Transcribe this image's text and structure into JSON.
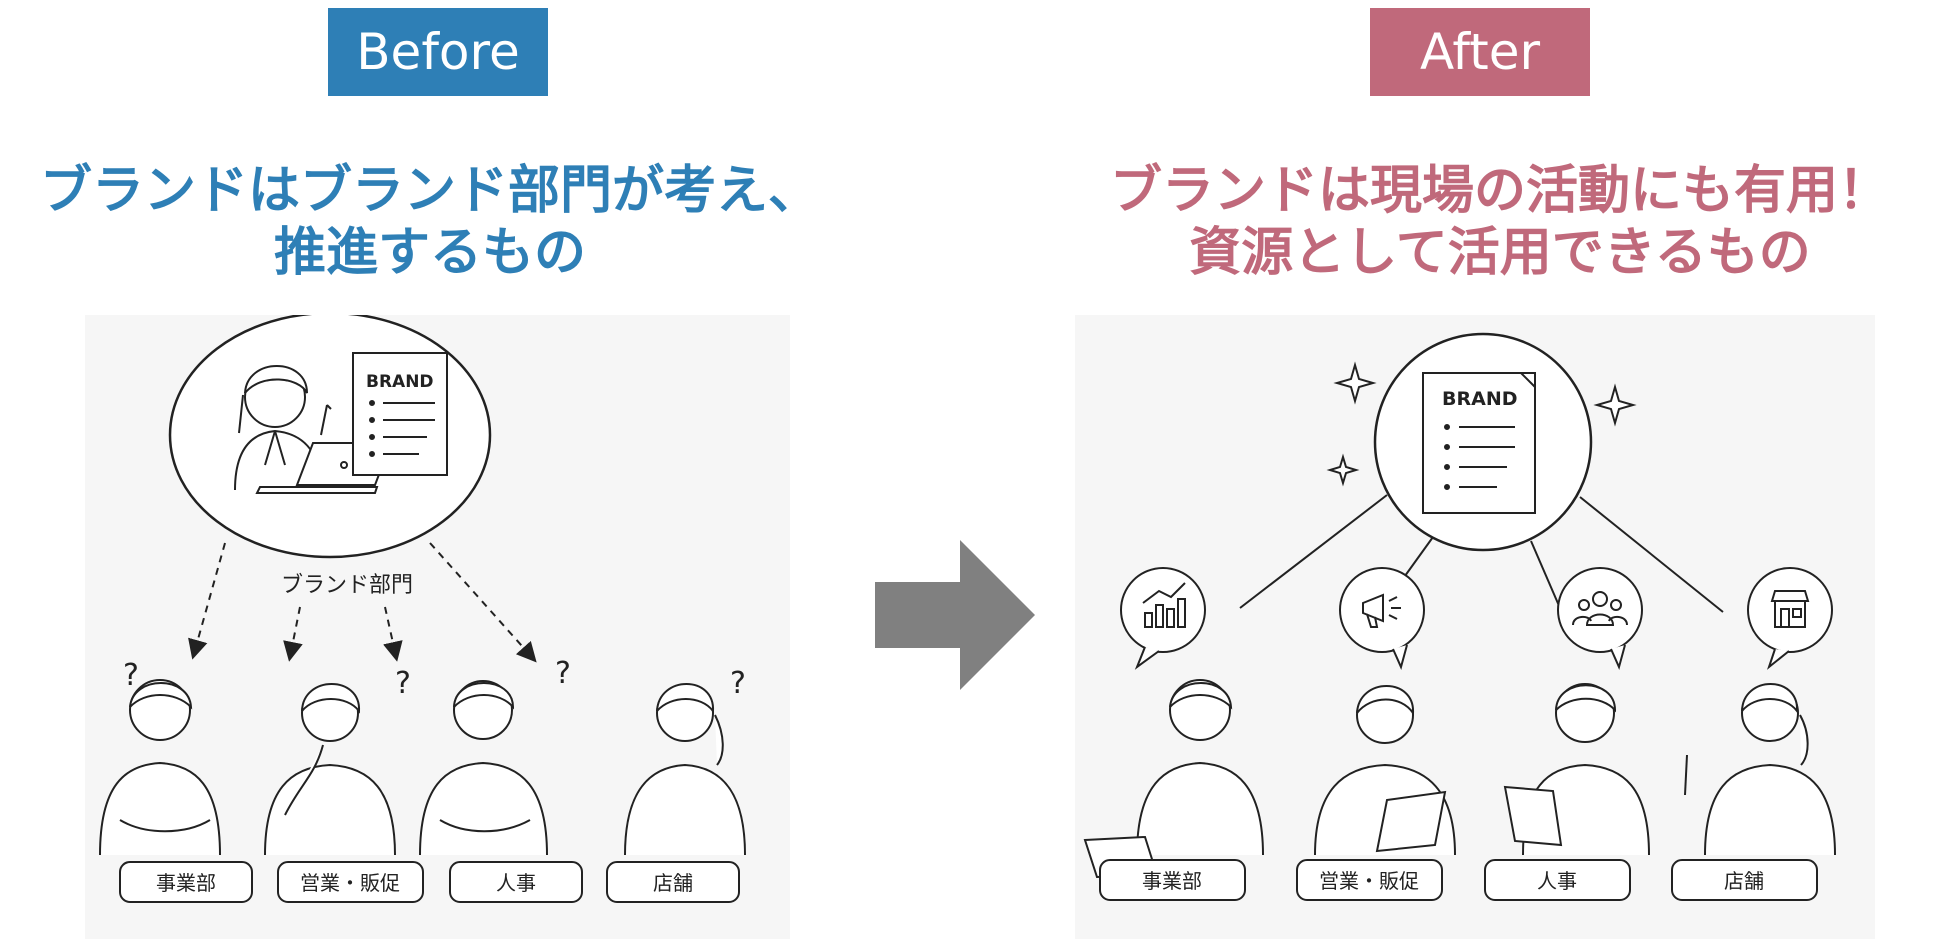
{
  "before": {
    "badge": "Before",
    "headline_line1": "ブランドはブランド部門が考え、",
    "headline_line2": "推進するもの",
    "doc_title": "BRAND",
    "department_caption": "ブランド部門",
    "question_mark": "?",
    "departments": [
      "事業部",
      "営業・販促",
      "人事",
      "店舗"
    ]
  },
  "after": {
    "badge": "After",
    "headline_line1": "ブランドは現場の活動にも有用！",
    "headline_line2": "資源として活用できるもの",
    "doc_title": "BRAND",
    "departments": [
      "事業部",
      "営業・販促",
      "人事",
      "店舗"
    ],
    "bubble_icons": [
      "bar-chart-icon",
      "megaphone-icon",
      "team-icon",
      "storefront-icon"
    ]
  },
  "colors": {
    "before_accent": "#2e7fb6",
    "after_accent": "#c0697b",
    "arrow": "#808080"
  }
}
